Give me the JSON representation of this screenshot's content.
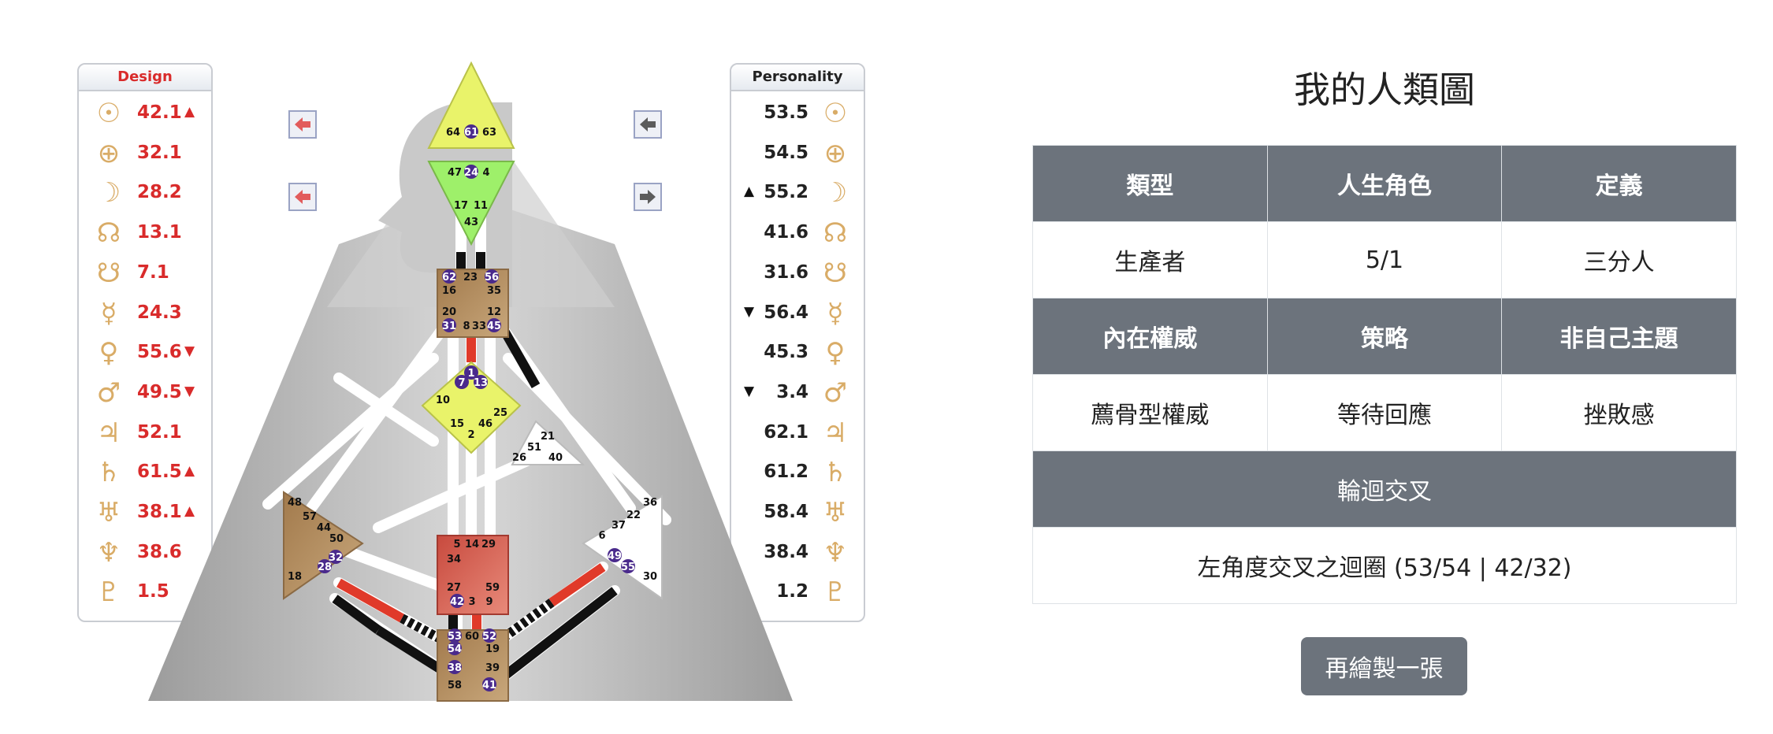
{
  "design_panel": {
    "title": "Design",
    "rows": [
      {
        "glyph": "☉",
        "icon": "sun-icon",
        "value": "42.1",
        "mark": "▲"
      },
      {
        "glyph": "⊕",
        "icon": "earth-icon",
        "value": "32.1",
        "mark": ""
      },
      {
        "glyph": "☽",
        "icon": "moon-icon",
        "value": "28.2",
        "mark": ""
      },
      {
        "glyph": "☊",
        "icon": "north-node-icon",
        "value": "13.1",
        "mark": ""
      },
      {
        "glyph": "☋",
        "icon": "south-node-icon",
        "value": "7.1",
        "mark": ""
      },
      {
        "glyph": "☿",
        "icon": "mercury-icon",
        "value": "24.3",
        "mark": ""
      },
      {
        "glyph": "♀",
        "icon": "venus-icon",
        "value": "55.6",
        "mark": "▼"
      },
      {
        "glyph": "♂",
        "icon": "mars-icon",
        "value": "49.5",
        "mark": "▼"
      },
      {
        "glyph": "♃",
        "icon": "jupiter-icon",
        "value": "52.1",
        "mark": ""
      },
      {
        "glyph": "♄",
        "icon": "saturn-icon",
        "value": "61.5",
        "mark": "▲"
      },
      {
        "glyph": "♅",
        "icon": "uranus-icon",
        "value": "38.1",
        "mark": "▲"
      },
      {
        "glyph": "♆",
        "icon": "neptune-icon",
        "value": "38.6",
        "mark": ""
      },
      {
        "glyph": "♇",
        "icon": "pluto-icon",
        "value": "1.5",
        "mark": ""
      }
    ]
  },
  "personality_panel": {
    "title": "Personality",
    "rows": [
      {
        "glyph": "☉",
        "icon": "sun-icon",
        "value": "53.5",
        "mark": ""
      },
      {
        "glyph": "⊕",
        "icon": "earth-icon",
        "value": "54.5",
        "mark": ""
      },
      {
        "glyph": "☽",
        "icon": "moon-icon",
        "value": "55.2",
        "mark": "▲"
      },
      {
        "glyph": "☊",
        "icon": "north-node-icon",
        "value": "41.6",
        "mark": ""
      },
      {
        "glyph": "☋",
        "icon": "south-node-icon",
        "value": "31.6",
        "mark": ""
      },
      {
        "glyph": "☿",
        "icon": "mercury-icon",
        "value": "56.4",
        "mark": "▼"
      },
      {
        "glyph": "♀",
        "icon": "venus-icon",
        "value": "45.3",
        "mark": ""
      },
      {
        "glyph": "♂",
        "icon": "mars-icon",
        "value": "3.4",
        "mark": "▼"
      },
      {
        "glyph": "♃",
        "icon": "jupiter-icon",
        "value": "62.1",
        "mark": ""
      },
      {
        "glyph": "♄",
        "icon": "saturn-icon",
        "value": "61.2",
        "mark": ""
      },
      {
        "glyph": "♅",
        "icon": "uranus-icon",
        "value": "58.4",
        "mark": ""
      },
      {
        "glyph": "♆",
        "icon": "neptune-icon",
        "value": "38.4",
        "mark": ""
      },
      {
        "glyph": "♇",
        "icon": "pluto-icon",
        "value": "1.2",
        "mark": ""
      }
    ]
  },
  "bodygraph": {
    "gates": {
      "head": [
        "64",
        "61",
        "63"
      ],
      "ajna": [
        "47",
        "24",
        "4",
        "17",
        "11",
        "43"
      ],
      "throat": [
        "62",
        "23",
        "56",
        "16",
        "35",
        "20",
        "12",
        "31",
        "8",
        "33",
        "45"
      ],
      "g": [
        "1",
        "7",
        "13",
        "10",
        "25",
        "15",
        "46",
        "2"
      ],
      "ego": [
        "21",
        "51",
        "26",
        "40"
      ],
      "spleen": [
        "48",
        "57",
        "44",
        "50",
        "32",
        "28",
        "18"
      ],
      "sacral": [
        "5",
        "14",
        "29",
        "34",
        "27",
        "59",
        "42",
        "3",
        "9"
      ],
      "solar_plexus": [
        "36",
        "22",
        "37",
        "6",
        "49",
        "55",
        "30"
      ],
      "root": [
        "53",
        "60",
        "52",
        "54",
        "19",
        "38",
        "39",
        "58",
        "41"
      ]
    }
  },
  "colors": {
    "design_red": "#d92b2b",
    "header_gray": "#6c737c",
    "planet_gold": "#d9ac67",
    "head_yellow": "#e9f36a",
    "ajna_green": "#9ef06a",
    "center_brown": "#b48e62",
    "sacral_red": "#d2564a",
    "active_gate_purple": "#4a2a8c"
  },
  "info": {
    "title": "我的人類圖",
    "headers1": [
      "類型",
      "人生角色",
      "定義"
    ],
    "values1": [
      "生產者",
      "5/1",
      "三分人"
    ],
    "headers2": [
      "內在權威",
      "策略",
      "非自己主題"
    ],
    "values2": [
      "薦骨型權威",
      "等待回應",
      "挫敗感"
    ],
    "cross_header": "輪迴交叉",
    "cross_value": "左角度交叉之迴圈 (53/54 | 42/32)",
    "redraw_label": "再繪製一張"
  }
}
